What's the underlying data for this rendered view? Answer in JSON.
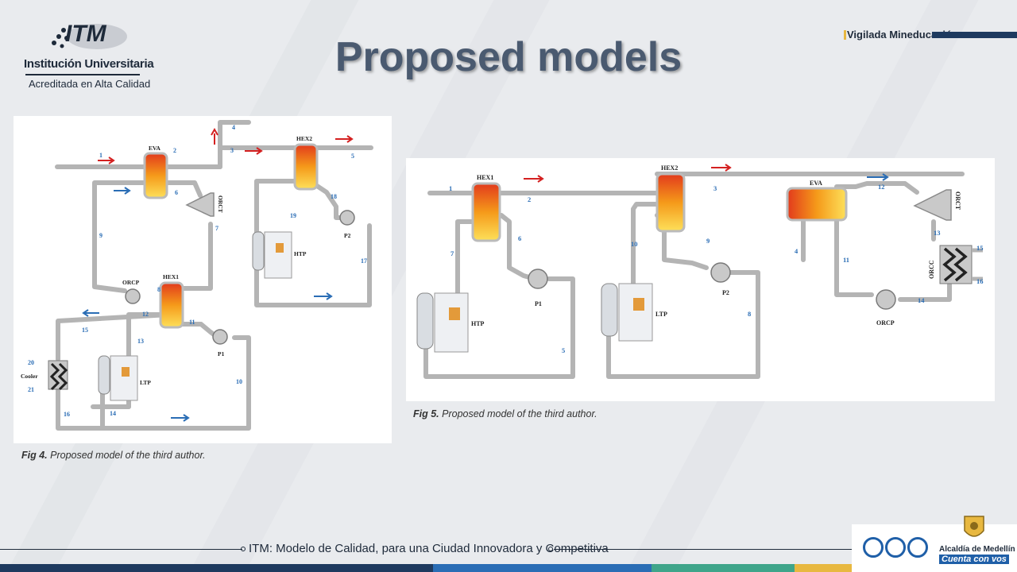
{
  "slide": {
    "title": "Proposed models"
  },
  "header": {
    "logo_mark": "ITM",
    "institution": "Institución Universitaria",
    "accreditation": "Acreditada en Alta Calidad",
    "vigilada": "Vigilada Mineducación"
  },
  "fig4": {
    "caption_label": "Fig 4.",
    "caption_text": " Proposed model of the third author.",
    "labels": {
      "eva": "EVA",
      "hex2": "HEX2",
      "hex1": "HEX1",
      "orct": "ORCT",
      "orcp": "ORCP",
      "p1": "P1",
      "p2": "P2",
      "htp": "HTP",
      "ltp": "LTP",
      "cooler": "Cooler",
      "n1": "1",
      "n2": "2",
      "n3": "3",
      "n4": "4",
      "n5": "5",
      "n6": "6",
      "n7": "7",
      "n8": "8",
      "n9": "9",
      "n10": "10",
      "n11": "11",
      "n12": "12",
      "n13": "13",
      "n14": "14",
      "n15": "15",
      "n16": "16",
      "n17": "17",
      "n18": "18",
      "n19": "19",
      "n20": "20",
      "n21": "21"
    }
  },
  "fig5": {
    "caption_label": "Fig 5.",
    "caption_text": " Proposed model of the third author.",
    "labels": {
      "hex1": "HEX1",
      "hex2": "HEX2",
      "eva": "EVA",
      "orct": "ORCT",
      "orcc": "ORCC",
      "orcp": "ORCP",
      "p1": "P1",
      "p2": "P2",
      "htp": "HTP",
      "ltp": "LTP",
      "n1": "1",
      "n2": "2",
      "n3": "3",
      "n4": "4",
      "n5": "5",
      "n6": "6",
      "n7": "7",
      "n8": "8",
      "n9": "9",
      "n10": "10",
      "n11": "11",
      "n12": "12",
      "n13": "13",
      "n14": "14",
      "n15": "15",
      "n16": "16"
    }
  },
  "footer": {
    "text": "ITM: Modelo de Calidad, para una Ciudad Innovadora y Competitiva",
    "alcaldia": "Alcaldía de Medellín",
    "cuenta": "Cuenta con vos"
  },
  "colors": {
    "pipe": "#b4b4b4",
    "red_arrow": "#d42020",
    "blue_arrow": "#2a6db5",
    "number_blue": "#2a6db5",
    "band": [
      "#1e3a5f",
      "#2a6db5",
      "#3fa58a",
      "#e8b840"
    ]
  }
}
